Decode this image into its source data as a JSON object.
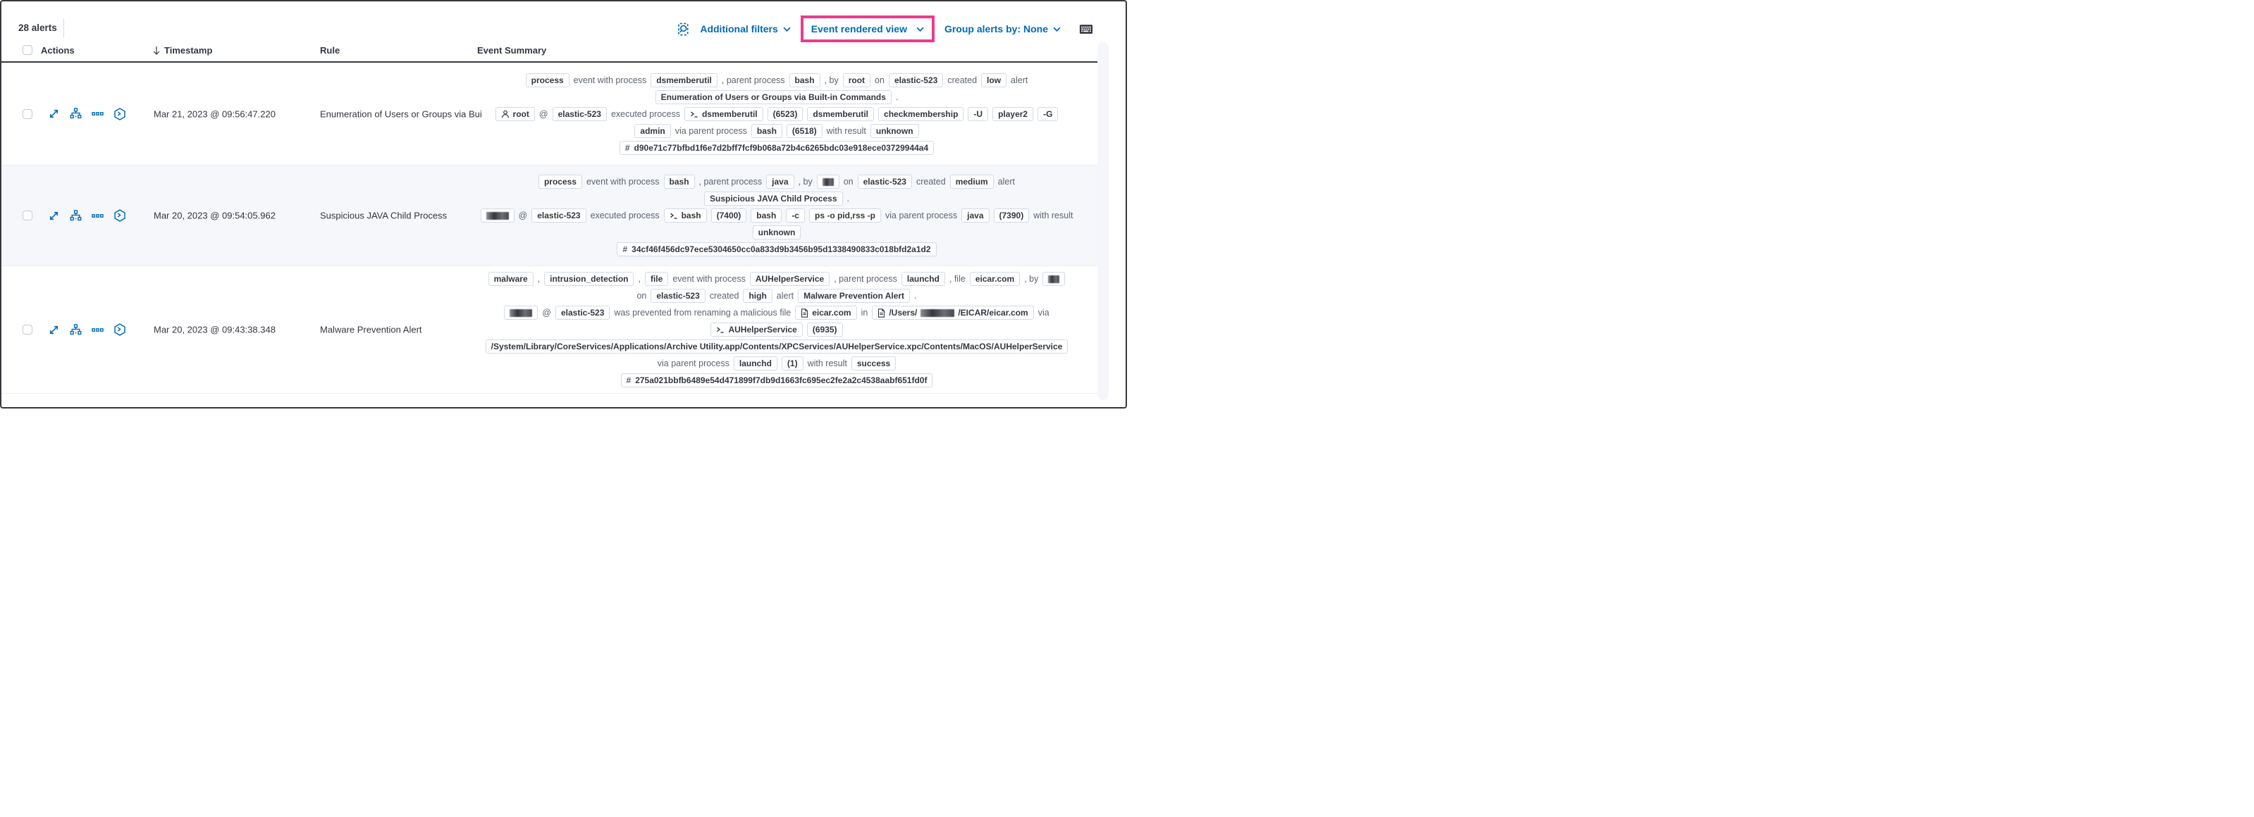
{
  "toolbar": {
    "alert_count": "28 alerts",
    "additional_filters_label": "Additional filters",
    "view_selector_label": "Event rendered view",
    "group_by_label": "Group alerts by: None",
    "highlight_color": "#ed3c8c",
    "link_color": "#006bb4"
  },
  "icons": {
    "inspect": "inspect-icon",
    "keyboard": "keyboard-icon",
    "chevron": "chevron-down-icon",
    "sort": "sort-descending-icon",
    "row_actions": [
      "expand-details-icon",
      "analyze-event-icon",
      "more-actions-icon",
      "session-view-icon"
    ]
  },
  "table": {
    "headers": {
      "actions": "Actions",
      "timestamp": "Timestamp",
      "rule": "Rule",
      "event_summary": "Event Summary"
    },
    "rows": [
      {
        "timestamp": "Mar 21, 2023 @ 09:56:47.220",
        "rule": "Enumeration of Users or Groups via Bui",
        "lines": [
          [
            {
              "t": "b",
              "v": "process"
            },
            {
              "t": "t",
              "v": "event with process"
            },
            {
              "t": "b",
              "v": "dsmemberutil"
            },
            {
              "t": "t",
              "v": ", parent process"
            },
            {
              "t": "b",
              "v": "bash"
            },
            {
              "t": "t",
              "v": ", by"
            },
            {
              "t": "b",
              "v": "root"
            },
            {
              "t": "t",
              "v": "on"
            },
            {
              "t": "b",
              "v": "elastic-523"
            },
            {
              "t": "t",
              "v": "created"
            },
            {
              "t": "b",
              "v": "low"
            },
            {
              "t": "t",
              "v": "alert"
            }
          ],
          [
            {
              "t": "b",
              "v": "Enumeration of Users or Groups via Built-in Commands"
            },
            {
              "t": "t",
              "v": "."
            }
          ],
          [
            {
              "t": "b",
              "v": "root",
              "icon": "user"
            },
            {
              "t": "t",
              "v": "@"
            },
            {
              "t": "b",
              "v": "elastic-523"
            },
            {
              "t": "t",
              "v": "executed process"
            },
            {
              "t": "b",
              "v": "dsmemberutil",
              "icon": "console"
            },
            {
              "t": "b",
              "v": "(6523)"
            },
            {
              "t": "b",
              "v": "dsmemberutil"
            },
            {
              "t": "b",
              "v": "checkmembership"
            },
            {
              "t": "b",
              "v": "-U"
            },
            {
              "t": "b",
              "v": "player2"
            },
            {
              "t": "b",
              "v": "-G"
            }
          ],
          [
            {
              "t": "b",
              "v": "admin"
            },
            {
              "t": "t",
              "v": "via parent process"
            },
            {
              "t": "b",
              "v": "bash"
            },
            {
              "t": "b",
              "v": "(6518)"
            },
            {
              "t": "t",
              "v": "with result"
            },
            {
              "t": "b",
              "v": "unknown"
            }
          ],
          [
            {
              "t": "b",
              "v": "d90e71c77bfbd1f6e7d2bff7fcf9b068a72b4c6265bdc03e918ece03729944a4",
              "icon": "hash"
            }
          ]
        ]
      },
      {
        "timestamp": "Mar 20, 2023 @ 09:54:05.962",
        "rule": "Suspicious JAVA Child Process",
        "lines": [
          [
            {
              "t": "b",
              "v": "process"
            },
            {
              "t": "t",
              "v": "event with process"
            },
            {
              "t": "b",
              "v": "bash"
            },
            {
              "t": "t",
              "v": ", parent process"
            },
            {
              "t": "b",
              "v": "java"
            },
            {
              "t": "t",
              "v": ", by"
            },
            {
              "t": "b",
              "redacted": true,
              "rw": 16
            },
            {
              "t": "t",
              "v": "on"
            },
            {
              "t": "b",
              "v": "elastic-523"
            },
            {
              "t": "t",
              "v": "created"
            },
            {
              "t": "b",
              "v": "medium"
            },
            {
              "t": "t",
              "v": "alert"
            }
          ],
          [
            {
              "t": "b",
              "v": "Suspicious JAVA Child Process"
            },
            {
              "t": "t",
              "v": "."
            }
          ],
          [
            {
              "t": "b",
              "redacted": true,
              "rw": 32
            },
            {
              "t": "t",
              "v": "@"
            },
            {
              "t": "b",
              "v": "elastic-523"
            },
            {
              "t": "t",
              "v": "executed process"
            },
            {
              "t": "b",
              "v": "bash",
              "icon": "console"
            },
            {
              "t": "b",
              "v": "(7400)"
            },
            {
              "t": "b",
              "v": "bash"
            },
            {
              "t": "b",
              "v": "-c"
            },
            {
              "t": "b",
              "v": "ps -o pid,rss -p"
            },
            {
              "t": "t",
              "v": "via parent process"
            },
            {
              "t": "b",
              "v": "java"
            },
            {
              "t": "b",
              "v": "(7390)"
            },
            {
              "t": "t",
              "v": "with result"
            }
          ],
          [
            {
              "t": "b",
              "v": "unknown"
            }
          ],
          [
            {
              "t": "b",
              "v": "34cf46f456dc97ece5304650cc0a833d9b3456b95d1338490833c018bfd2a1d2",
              "icon": "hash"
            }
          ]
        ]
      },
      {
        "timestamp": "Mar 20, 2023 @ 09:43:38.348",
        "rule": "Malware Prevention Alert",
        "lines": [
          [
            {
              "t": "b",
              "v": "malware"
            },
            {
              "t": "t",
              "v": ","
            },
            {
              "t": "b",
              "v": "intrusion_detection"
            },
            {
              "t": "t",
              "v": ","
            },
            {
              "t": "b",
              "v": "file"
            },
            {
              "t": "t",
              "v": "event with process"
            },
            {
              "t": "b",
              "v": "AUHelperService"
            },
            {
              "t": "t",
              "v": ", parent process"
            },
            {
              "t": "b",
              "v": "launchd"
            },
            {
              "t": "t",
              "v": ", file"
            },
            {
              "t": "b",
              "v": "eicar.com"
            },
            {
              "t": "t",
              "v": ", by"
            },
            {
              "t": "b",
              "redacted": true,
              "rw": 16
            }
          ],
          [
            {
              "t": "t",
              "v": "on"
            },
            {
              "t": "b",
              "v": "elastic-523"
            },
            {
              "t": "t",
              "v": "created"
            },
            {
              "t": "b",
              "v": "high"
            },
            {
              "t": "t",
              "v": "alert"
            },
            {
              "t": "b",
              "v": "Malware Prevention Alert"
            },
            {
              "t": "t",
              "v": "."
            }
          ],
          [
            {
              "t": "b",
              "redacted": true,
              "rw": 32
            },
            {
              "t": "t",
              "v": "@"
            },
            {
              "t": "b",
              "v": "elastic-523"
            },
            {
              "t": "t",
              "v": "was prevented from renaming a malicious file"
            },
            {
              "t": "b",
              "v": "eicar.com",
              "icon": "document"
            },
            {
              "t": "t",
              "v": "in"
            },
            {
              "t": "b",
              "icon": "document",
              "pre": "/Users/",
              "rw": 48,
              "post": "/EICAR/eicar.com"
            },
            {
              "t": "t",
              "v": "via"
            }
          ],
          [
            {
              "t": "b",
              "v": "AUHelperService",
              "icon": "console"
            },
            {
              "t": "b",
              "v": "(6935)"
            }
          ],
          [
            {
              "t": "b",
              "v": "/System/Library/CoreServices/Applications/Archive Utility.app/Contents/XPCServices/AUHelperService.xpc/Contents/MacOS/AUHelperService"
            }
          ],
          [
            {
              "t": "t",
              "v": "via parent process"
            },
            {
              "t": "b",
              "v": "launchd"
            },
            {
              "t": "b",
              "v": "(1)"
            },
            {
              "t": "t",
              "v": "with result"
            },
            {
              "t": "b",
              "v": "success"
            }
          ],
          [
            {
              "t": "b",
              "v": "275a021bbfb6489e54d471899f7db9d1663fc695ec2fe2a2c4538aabf651fd0f",
              "icon": "hash"
            }
          ]
        ]
      }
    ]
  }
}
